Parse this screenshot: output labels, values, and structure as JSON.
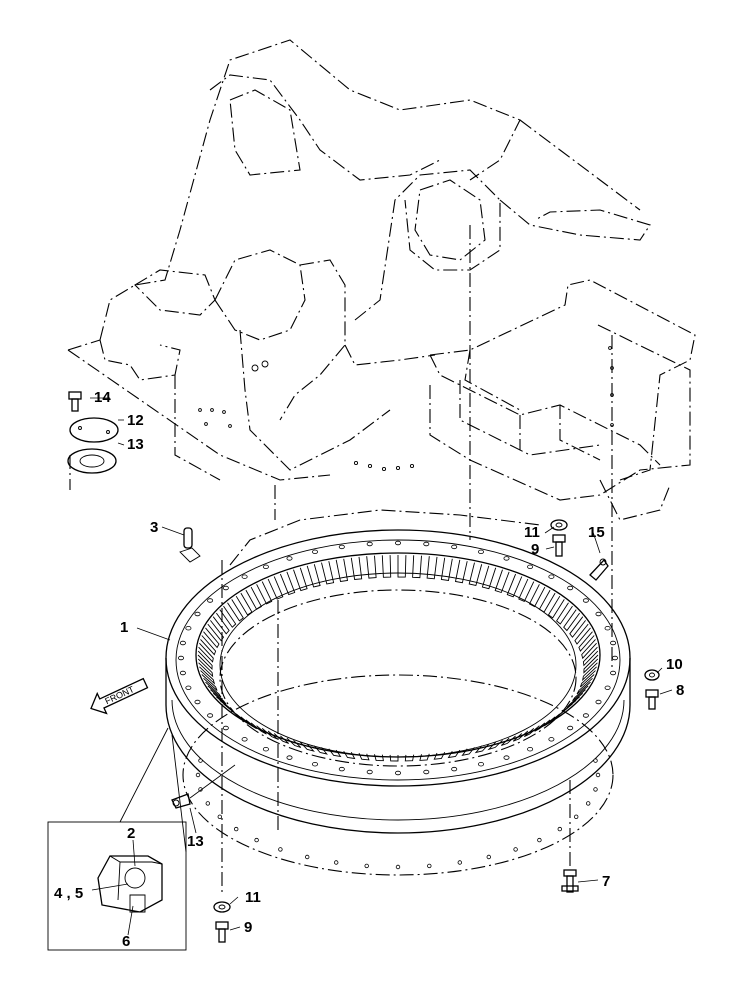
{
  "front_label": "FRONT",
  "callouts": {
    "c1": "1",
    "c2": "2",
    "c3": "3",
    "c45": "4 , 5",
    "c6": "6",
    "c7": "7",
    "c8": "8",
    "c9a": "9",
    "c9b": "9",
    "c10": "10",
    "c11a": "11",
    "c11b": "11",
    "c12": "12",
    "c13a": "13",
    "c13b": "13",
    "c14": "14",
    "c15": "15"
  }
}
